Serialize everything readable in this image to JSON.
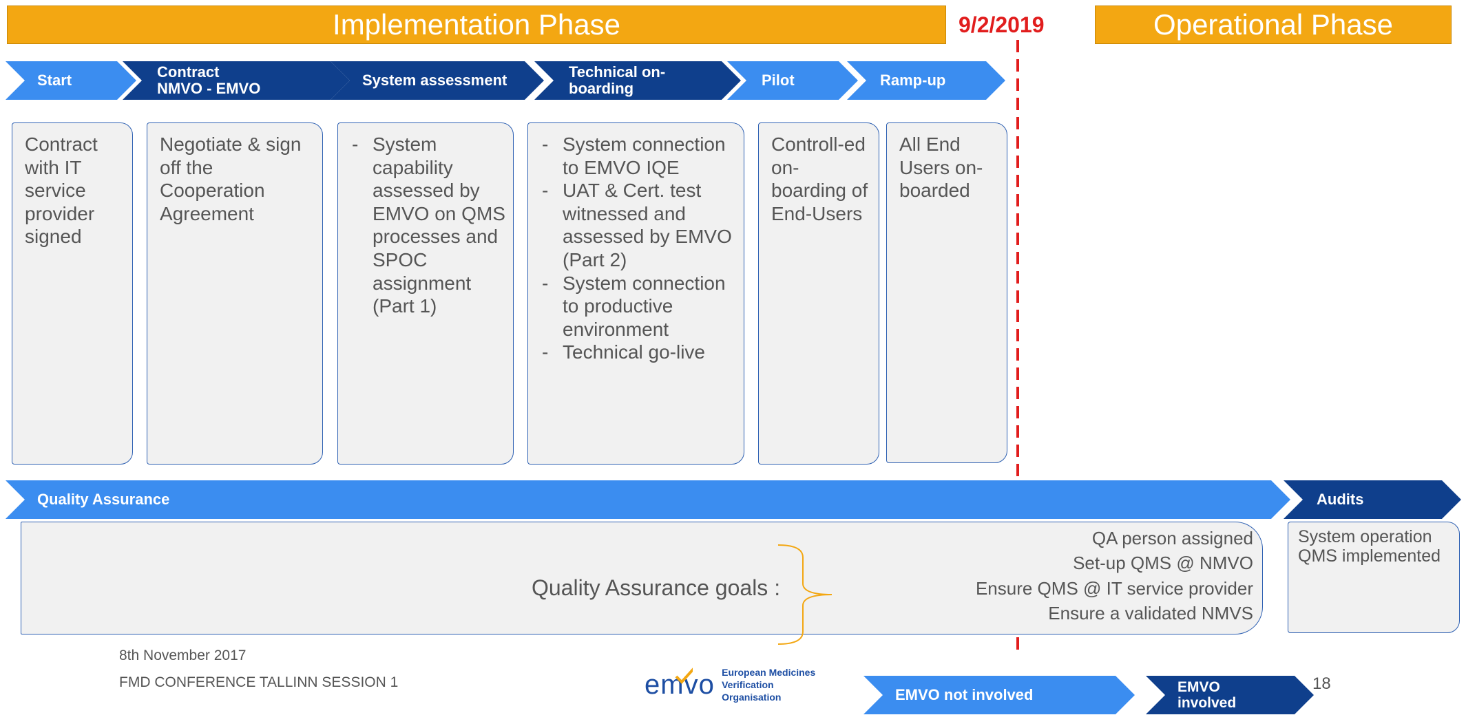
{
  "phases": {
    "implementation": "Implementation Phase",
    "date": "9/2/2019",
    "operational": "Operational Phase"
  },
  "steps": [
    {
      "label": "Start"
    },
    {
      "label": "Contract\nNMVO - EMVO"
    },
    {
      "label": "System assessment"
    },
    {
      "label": "Technical on-\nboarding"
    },
    {
      "label": "Pilot"
    },
    {
      "label": "Ramp-up"
    }
  ],
  "boxes": {
    "start": "Contract with IT service provider signed",
    "contract": "Negotiate & sign off the Cooperation Agreement",
    "assessment": [
      "System capability assessed by EMVO on QMS processes and SPOC assignment (Part 1)"
    ],
    "technical": [
      "System connection to EMVO IQE",
      "UAT & Cert. test witnessed and assessed by EMVO (Part 2)",
      "System connection to productive environment",
      "Technical go-live"
    ],
    "pilot": "Controll-ed on-boarding of End-Users",
    "rampup": "All End Users on-boarded"
  },
  "qa": {
    "bar_label": "Quality Assurance",
    "audits_label": "Audits",
    "goals_label": "Quality Assurance goals :",
    "goals": [
      "QA person assigned",
      "Set-up QMS @ NMVO",
      "Ensure QMS @ IT service provider",
      "Ensure a validated NMVS"
    ],
    "audits_text": "System operation QMS implemented"
  },
  "footer": {
    "date": "8th November 2017",
    "conference": "FMD CONFERENCE TALLINN SESSION 1",
    "page_number": "18"
  },
  "logo": {
    "text": "emvo",
    "subtitle_line1": "European Medicines",
    "subtitle_line2": "Verification Organisation"
  },
  "legend": {
    "not_involved": "EMVO not involved",
    "involved": "EMVO\ninvolved"
  },
  "colors": {
    "phase": "#f3a712",
    "light_blue": "#3b8df0",
    "dark_blue": "#0f3f8c",
    "date_red": "#e11d1d",
    "brace": "#f3a712"
  }
}
